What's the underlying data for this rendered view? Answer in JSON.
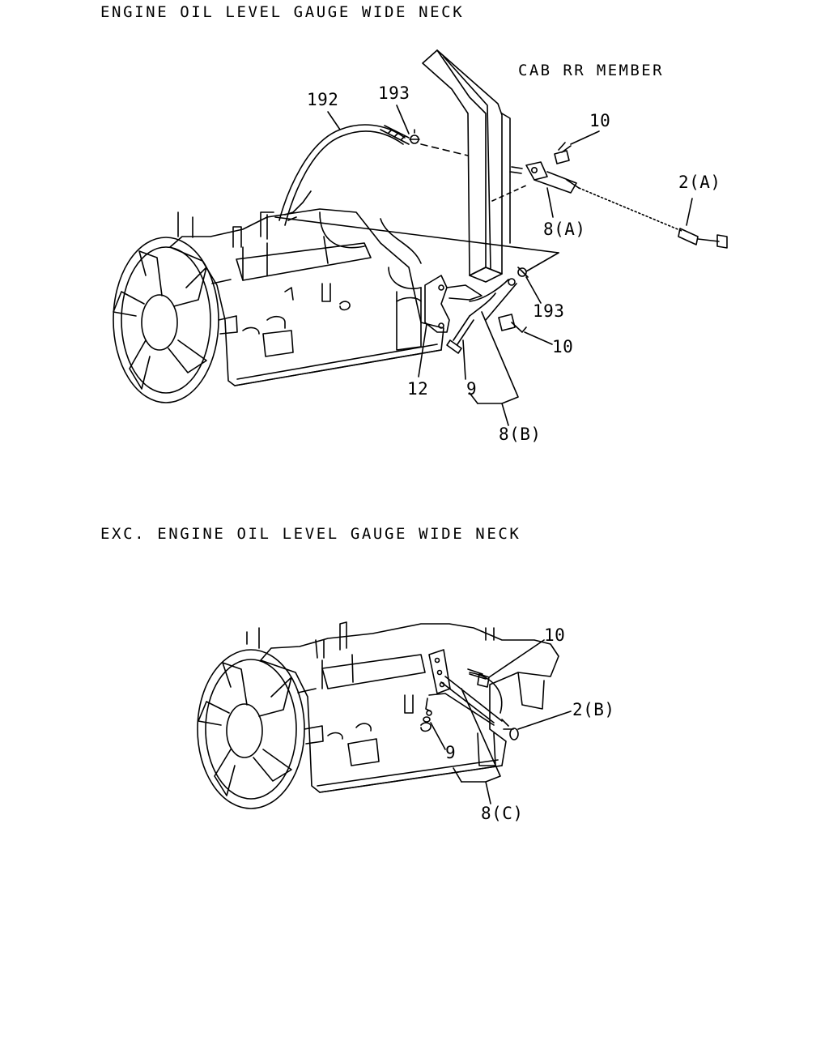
{
  "diagram_1": {
    "title": "ENGINE OIL LEVEL GAUGE WIDE NECK",
    "labels": {
      "cab_rr_member": "CAB RR MEMBER",
      "p192": "192",
      "p193_upper": "193",
      "p10_upper": "10",
      "p2a": "2(A)",
      "p8a": "8(A)",
      "p193_lower": "193",
      "p10_lower": "10",
      "p12": "12",
      "p9": "9",
      "p8b": "8(B)"
    }
  },
  "diagram_2": {
    "title": "EXC. ENGINE OIL LEVEL GAUGE WIDE NECK",
    "labels": {
      "p10": "10",
      "p2b": "2(B)",
      "p9": "9",
      "p8c": "8(C)"
    }
  }
}
